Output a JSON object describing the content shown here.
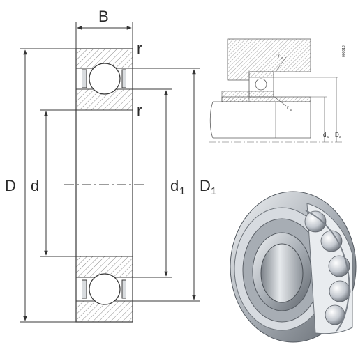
{
  "main_drawing": {
    "width_label": "B",
    "radius_top": "r",
    "radius_bottom": "r",
    "outer_diameter": "D",
    "bore_diameter": "d",
    "shoulder_main": "d",
    "shoulder_sub": "1",
    "outer_shoulder_main": "D",
    "outer_shoulder_sub": "1"
  },
  "mounting_detail": {
    "radius_top": "r",
    "radius_top_sub": "a",
    "radius_bottom": "r",
    "radius_bottom_sub": "a",
    "abutment_inner": "d",
    "abutment_inner_sub": "a",
    "abutment_outer": "D",
    "abutment_outer_sub": "a",
    "code": "000013"
  },
  "colors": {
    "line": "#3a3a3a",
    "hatch": "#8a8a8a",
    "metal": "#c9ced4"
  }
}
